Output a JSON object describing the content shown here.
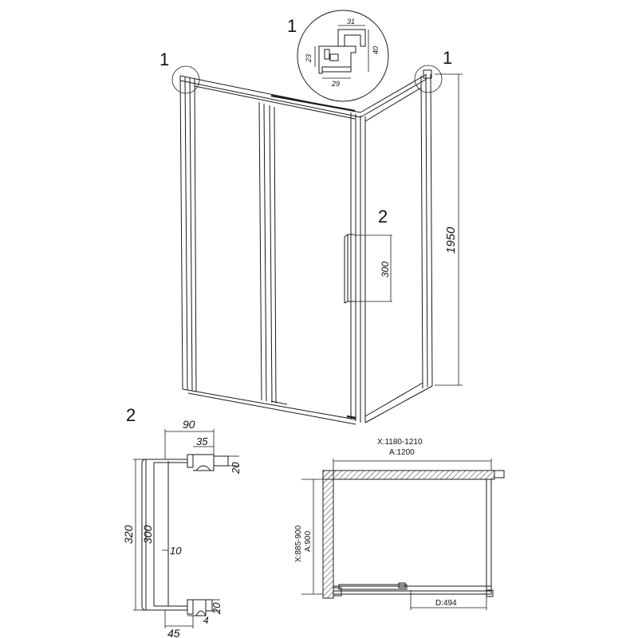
{
  "callouts": {
    "corner_left": "1",
    "detail_top": "1",
    "corner_right": "1",
    "handle_main": "2",
    "handle_detail": "2"
  },
  "profile_detail": {
    "w_top": "31",
    "h_right": "40",
    "h_left": "23",
    "w_bottom": "29"
  },
  "main_view": {
    "height": "1950",
    "handle_length": "300"
  },
  "handle_detail": {
    "top_width": "90",
    "bracket_width": "35",
    "bracket_height_top": "20",
    "outer_height": "320",
    "inner_height": "300",
    "bar_diameter": "10",
    "bracket_height_bottom": "20",
    "bracket_thickness": "4",
    "bottom_width": "45"
  },
  "plan_view": {
    "x_width": "X:1180-1210",
    "a_width": "A:1200",
    "x_depth": "X:885-900",
    "a_depth": "A:900",
    "door_opening": "D:494"
  }
}
